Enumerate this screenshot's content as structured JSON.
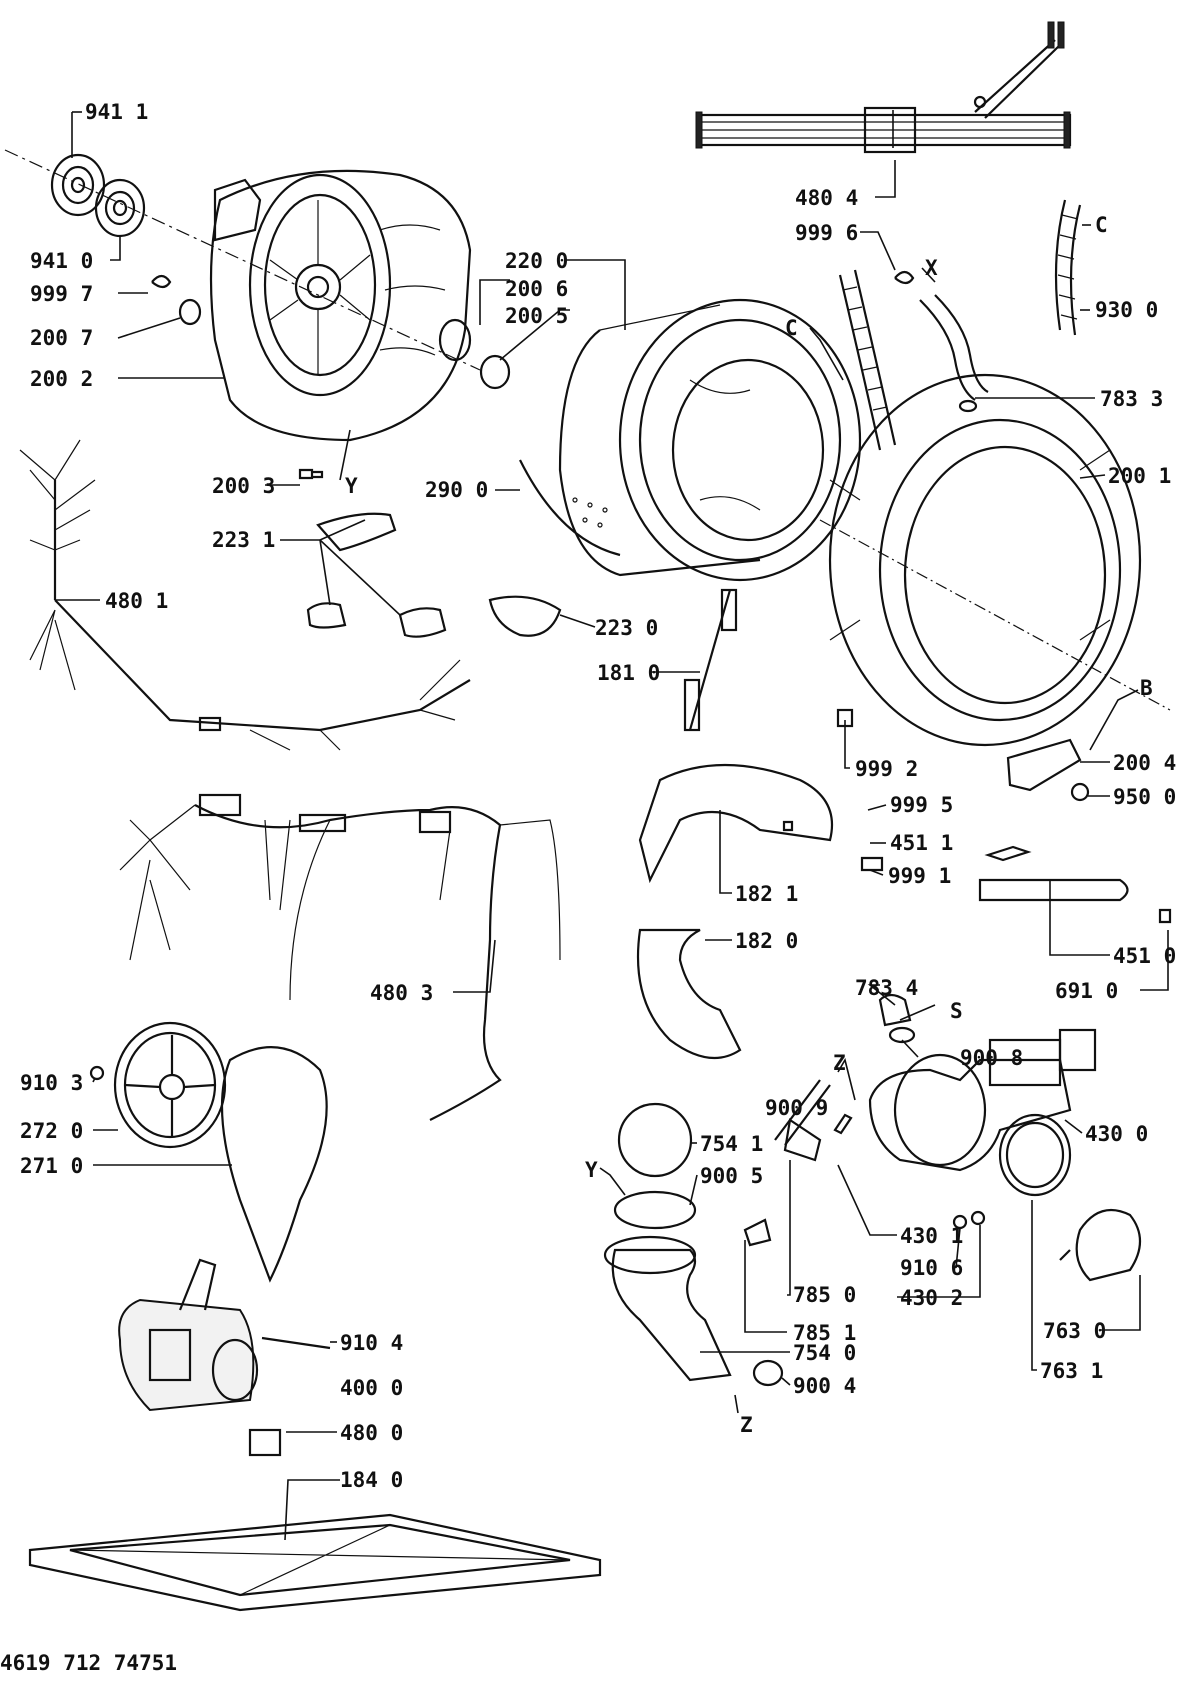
{
  "document_code": "4619 712 74751",
  "labels": {
    "l9411": "941  1",
    "l9410": "941  0",
    "l9997": "999  7",
    "l2007": "200  7",
    "l2002": "200  2",
    "l2003": "200  3",
    "lY1": "Y",
    "l2200": "220  0",
    "l2006": "200  6",
    "l2005": "200  5",
    "l2900": "290  0",
    "l2231": "223  1",
    "l2230": "223  0",
    "l4801": "480  1",
    "l1810": "181  0",
    "l4804": "480  4",
    "l9996": "999  6",
    "lX": "X",
    "lC1": "C",
    "lC2": "C",
    "l9300": "930  0",
    "l7833": "783  3",
    "l2001": "200  1",
    "lB": "B",
    "l2004": "200  4",
    "l9992": "999  2",
    "l9500": "950  0",
    "l9995": "999  5",
    "l4511": "451  1",
    "l9991": "999  1",
    "l1821": "182  1",
    "l1820": "182  0",
    "l4510": "451  0",
    "l6910": "691  0",
    "l4803": "480  3",
    "l7834": "783  4",
    "lS": "S",
    "lZ1": "Z",
    "l9008": "900  8",
    "l9009": "900  9",
    "l4300": "430  0",
    "l7541": "754  1",
    "lY2": "Y",
    "l9005": "900  5",
    "l4301": "430  1",
    "l9106": "910  6",
    "l4302": "430  2",
    "l7850": "785  0",
    "l7851": "785  1",
    "l7540": "754  0",
    "l9004": "900  4",
    "lZ2": "Z",
    "l7630": "763  0",
    "l7631": "763  1",
    "l9103": "910  3",
    "l2720": "272  0",
    "l2710": "271  0",
    "l9104": "910  4",
    "l4000": "400  0",
    "l4800": "480  0",
    "l1840": "184  0"
  },
  "icons": [
    "bearing-icon",
    "drum-icon",
    "pulley-icon",
    "motor-icon",
    "pump-icon",
    "hose-icon",
    "wiring-harness-icon"
  ]
}
